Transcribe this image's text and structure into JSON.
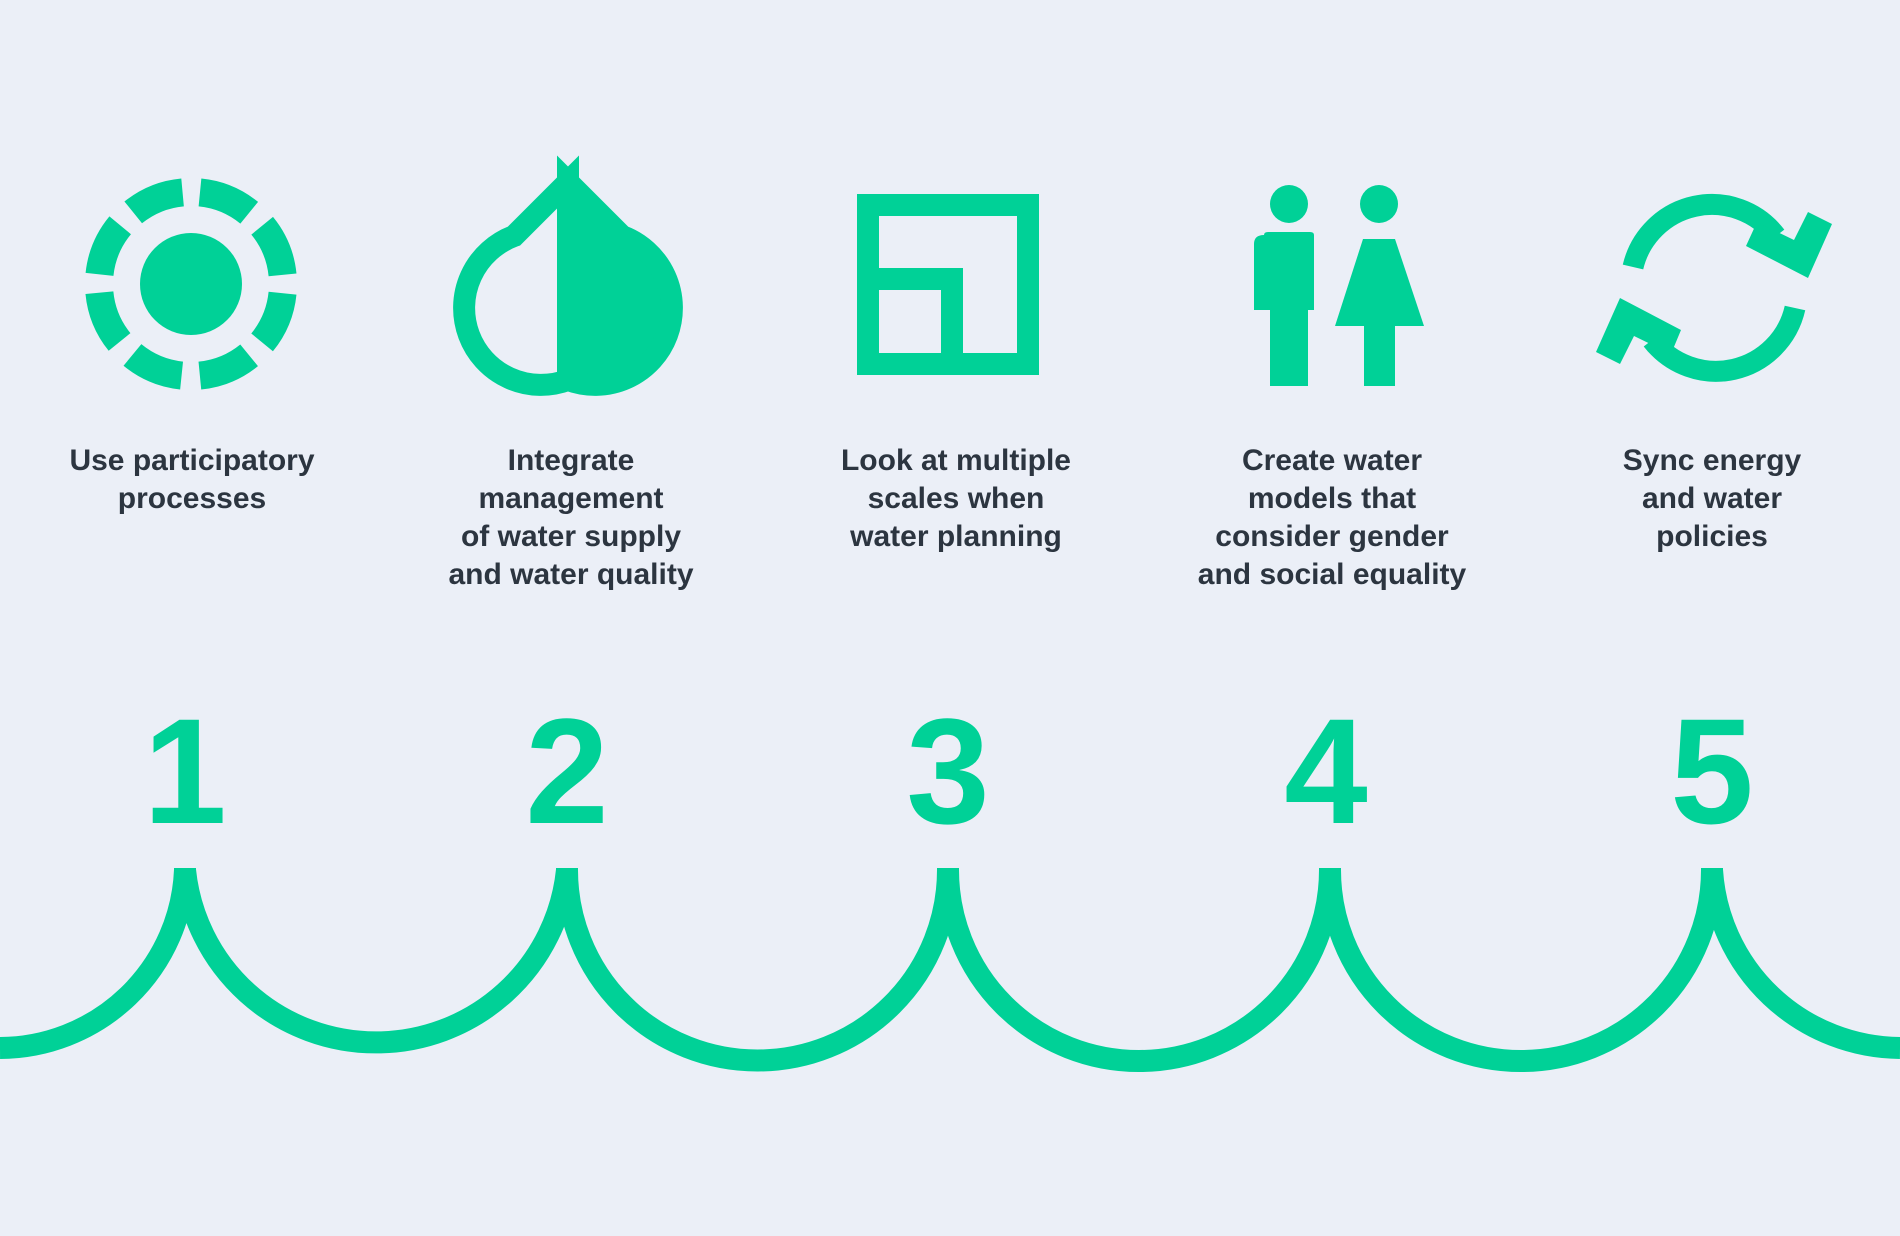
{
  "accent_color": "#00d197",
  "background_color": "#ebeff7",
  "text_color": "#2c3540",
  "steps": [
    {
      "number": "1",
      "icon": "participation-icon",
      "text": "Use participatory\nprocesses"
    },
    {
      "number": "2",
      "icon": "water-drop-half-icon",
      "text": "Integrate\nmanagement\nof water supply\nand water quality"
    },
    {
      "number": "3",
      "icon": "nested-squares-scale-icon",
      "text": "Look at multiple\nscales when\nwater planning"
    },
    {
      "number": "4",
      "icon": "man-woman-icon",
      "text": "Create water\nmodels that\nconsider gender\nand social equality"
    },
    {
      "number": "5",
      "icon": "sync-arrows-icon",
      "text": "Sync energy\nand water\npolicies"
    }
  ]
}
